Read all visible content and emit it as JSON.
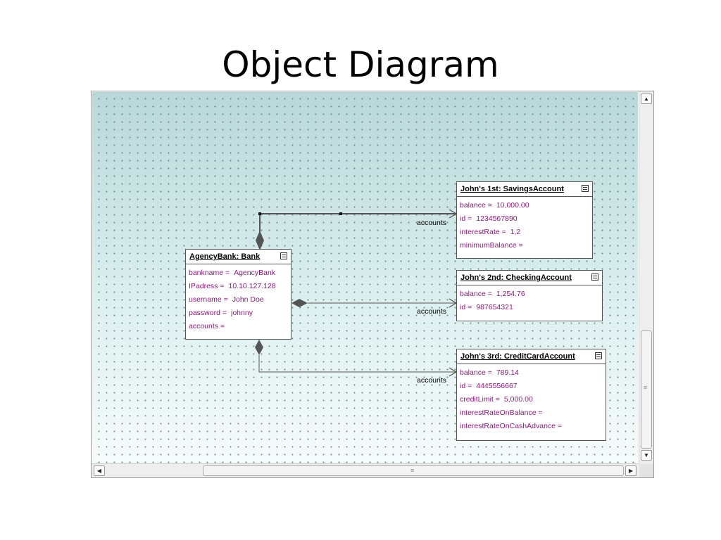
{
  "slide": {
    "title": "Object Diagram"
  },
  "objects": {
    "bank": {
      "title": "AgencyBank: Bank",
      "attributes": [
        {
          "name": "bankname =",
          "value": "AgencyBank"
        },
        {
          "name": "IPadress =",
          "value": "10.10.127.128"
        },
        {
          "name": "username =",
          "value": "John Doe"
        },
        {
          "name": "password =",
          "value": "johnny"
        },
        {
          "name": "accounts =",
          "value": ""
        }
      ]
    },
    "savings": {
      "title": "John's 1st: SavingsAccount",
      "attributes": [
        {
          "name": "balance =",
          "value": "10,000.00"
        },
        {
          "name": "id =",
          "value": "1234567890"
        },
        {
          "name": "interestRate =",
          "value": "1,2"
        },
        {
          "name": "minimumBalance =",
          "value": ""
        }
      ]
    },
    "checking": {
      "title": "John's 2nd: CheckingAccount",
      "attributes": [
        {
          "name": "balance =",
          "value": "1,254.76"
        },
        {
          "name": "id =",
          "value": "987654321"
        }
      ]
    },
    "credit": {
      "title": "John's 3rd: CreditCardAccount",
      "attributes": [
        {
          "name": "balance =",
          "value": "789.14"
        },
        {
          "name": "id =",
          "value": "4445556667"
        },
        {
          "name": "creditLimit =",
          "value": "5,000.00"
        },
        {
          "name": "interestRateOnBalance =",
          "value": ""
        },
        {
          "name": "interestRateOnCashAdvance =",
          "value": ""
        }
      ]
    }
  },
  "links": {
    "role1": "accounts",
    "role2": "accounts",
    "role3": "accounts"
  },
  "scrollbar": {
    "up_icon": "▲",
    "down_icon": "▼",
    "left_icon": "◀",
    "right_icon": "▶",
    "grip": "≡"
  }
}
